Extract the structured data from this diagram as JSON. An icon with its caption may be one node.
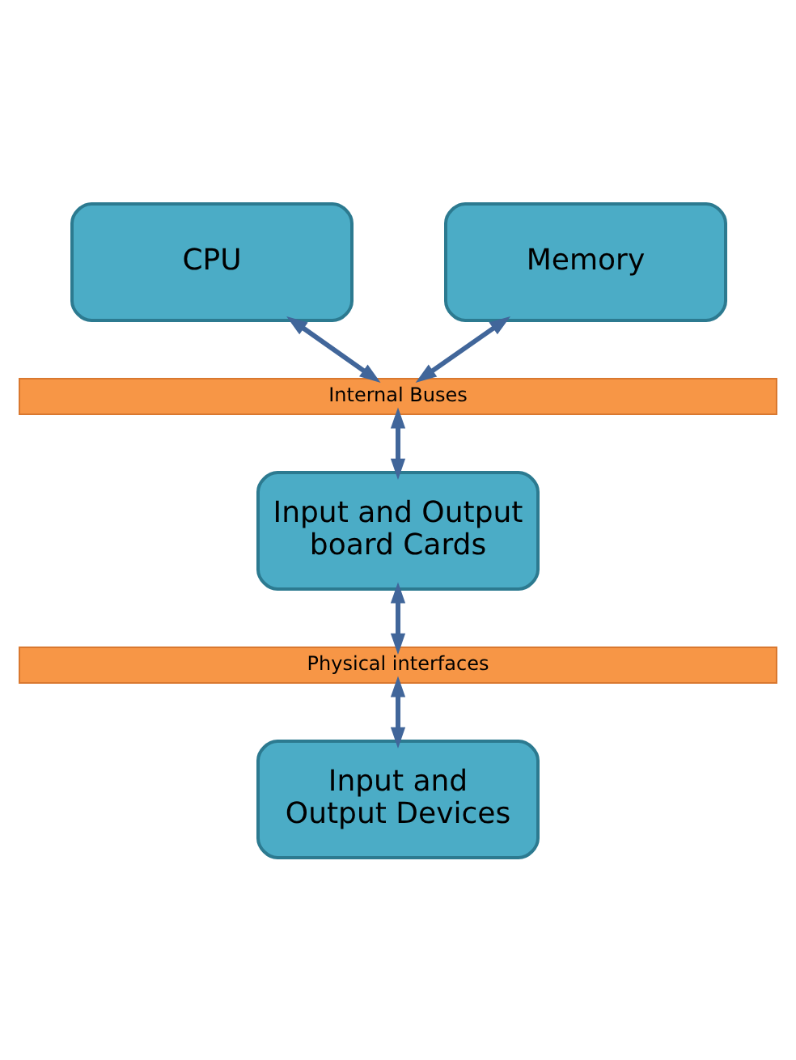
{
  "diagram": {
    "nodes": [
      {
        "text": [
          "CPU"
        ]
      },
      {
        "text": [
          "Memory"
        ]
      },
      {
        "text": [
          "Internal Buses"
        ]
      },
      {
        "text": [
          "Input and Output board Cards"
        ]
      },
      {
        "text": [
          "Physical interfaces"
        ]
      },
      {
        "text": [
          "Input and Output Devices"
        ]
      }
    ],
    "edges": [
      {
        "from": 0,
        "to": 2,
        "arrow": "both"
      },
      {
        "from": 1,
        "to": 2,
        "arrow": "both"
      },
      {
        "from": 2,
        "to": 3,
        "arrow": "both"
      },
      {
        "from": 3,
        "to": 4,
        "arrow": "both"
      },
      {
        "from": 4,
        "to": 5,
        "arrow": "both"
      }
    ]
  }
}
